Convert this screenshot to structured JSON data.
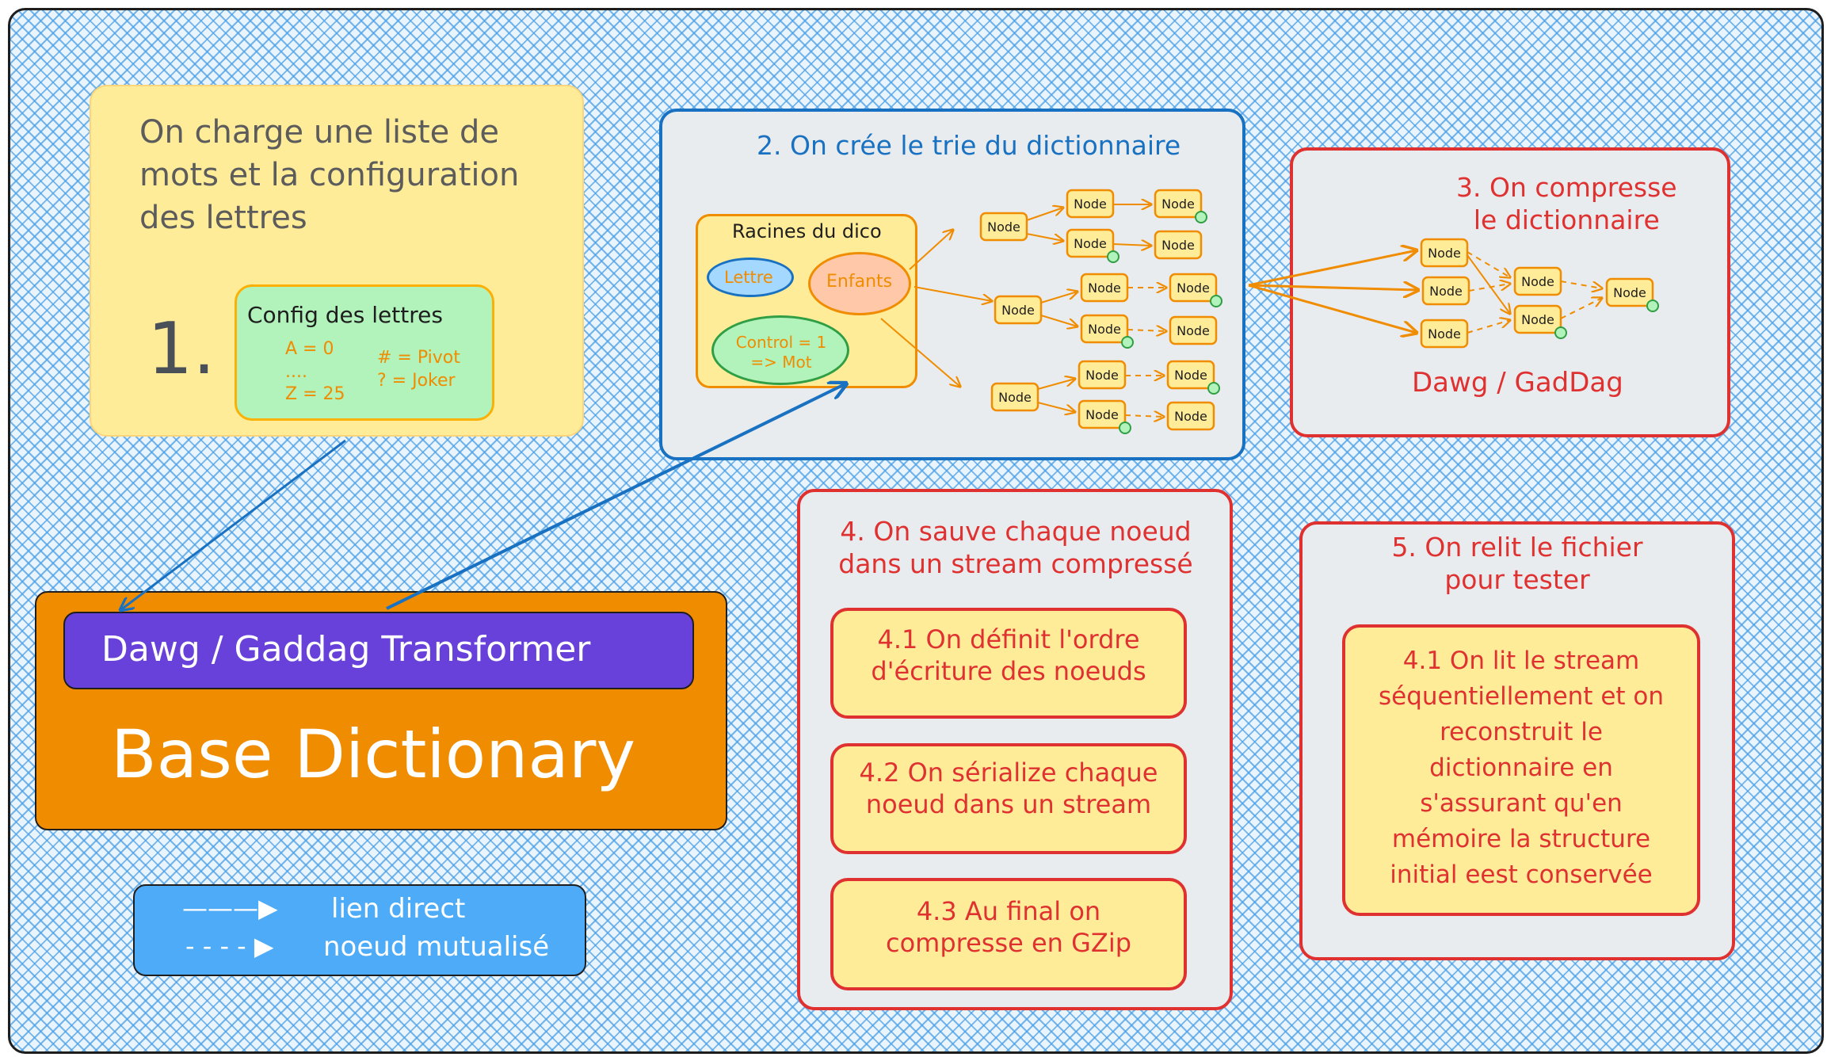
{
  "step1": {
    "text": "On charge une liste de\nmots et la configuration\ndes   lettres",
    "number": "1.",
    "config_title": "Config des lettres",
    "config_left": "A = 0\n....\nZ = 25",
    "config_right": "# = Pivot\n? = Joker"
  },
  "step2": {
    "title": "2. On crée le trie du dictionnaire",
    "roots_title": "Racines du dico",
    "letter": "Lettre",
    "children": "Enfants",
    "control": "Control = 1\n=> Mot",
    "node": "Node"
  },
  "step3": {
    "title": "3. On compresse\nle dictionnaire",
    "subtitle": "Dawg / GadDag"
  },
  "step4": {
    "title": "4. On sauve chaque noeud\ndans un stream compressé",
    "sub1": "4.1 On définit l'ordre\nd'écriture des noeuds",
    "sub2": "4.2 On sérialize chaque\nnoeud dans un stream",
    "sub3": "4.3 Au final on\ncompresse en GZip"
  },
  "step5": {
    "title": "5. On relit le fichier\npour tester",
    "sub": "4.1 On lit le stream\nséquentiellement et on\nreconstruit le\ndictionnaire en\ns'assurant qu'en\nmémoire la structure\ninitial eest conservée"
  },
  "base": {
    "transformer": "Dawg / Gaddag Transformer",
    "title": "Base Dictionary"
  },
  "legend": {
    "direct": "lien direct",
    "shared": "noeud mutualisé",
    "arrow_solid": "———▶",
    "arrow_dashed": "- - - - ▶"
  },
  "colors": {
    "yellow_fill": "#ffec99",
    "orange_stroke": "#f08c00",
    "blue_stroke": "#1971c2",
    "red_stroke": "#e03131",
    "gray_fill": "#e9ecef",
    "green_fill": "#b2f2bb",
    "purple_fill": "#6741d9",
    "orange_fill": "#f08c00",
    "legend_fill": "#4dabf7"
  }
}
